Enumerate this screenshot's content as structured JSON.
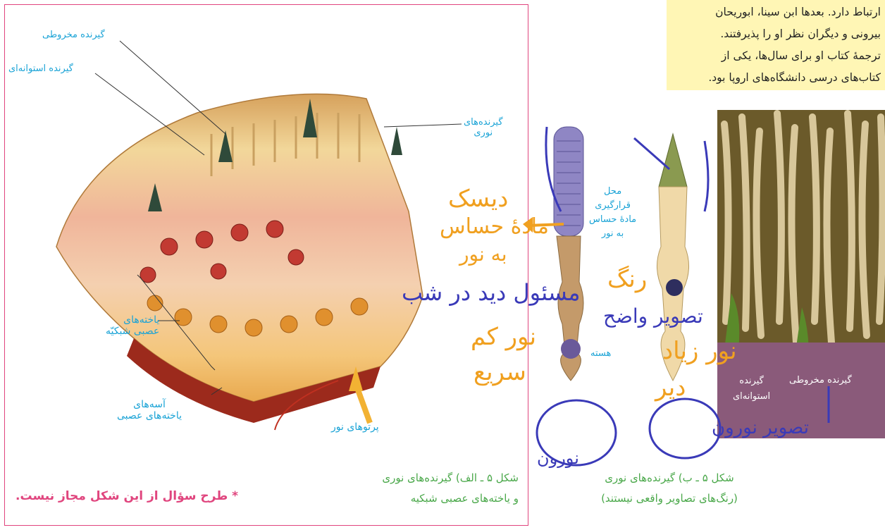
{
  "top_text": [
    "ارتباط دارد. بعدها ابن سینا، ابوریحان",
    "بیرونی و دیگران نظر او را پذیرفتند.",
    "ترجمهٔ کتاب او برای سال‌ها، یکی از",
    "کتاب‌های درسی دانشگاه‌های اروپا بود."
  ],
  "fig_a": {
    "label_cone": "گیرنده مخروطی",
    "label_rod": "گیرنده استوانه‌ای",
    "label_photoreceptors_1": "گیرنده‌های",
    "label_photoreceptors_2": "نوری",
    "label_neurons_1": "یاخته‌های",
    "label_neurons_2": "عصبی شبکیّه",
    "label_axons_1": "آسه‌های",
    "label_axons_2": "یاخته‌های عصبی",
    "label_light": "پرتوهای نور",
    "caption_1": "شکل ۵ ـ الف) گیرنده‌های نوری",
    "caption_2": "و یاخته‌های عصبی شبکیه"
  },
  "fig_b": {
    "label_site_1": "محل",
    "label_site_2": "قرارگیری",
    "label_site_3": "مادهٔ حساس",
    "label_site_4": "به نور",
    "label_nucleus": "هسته",
    "caption_1": "شکل ۵ ـ ب) گیرنده‌های نوری",
    "caption_2": "(رنگ‌های تصاویر واقعی نیستند)"
  },
  "photo": {
    "label_cone": "گیرنده مخروطی",
    "label_rod_1": "گیرنده",
    "label_rod_2": "استوانه‌ای"
  },
  "note": "* طرح سؤال از این شکل مجاز نیست.",
  "handwriting": {
    "orange_1": "دیسک",
    "orange_2": "مادهٔ حساس",
    "orange_3": "به نور",
    "blue_1": "مسئول دید در شب",
    "orange_4": "نور کم",
    "orange_5": "سریع",
    "orange_6": "رنگ",
    "orange_7": "نور زیاد",
    "orange_8": "دیر",
    "blue_2": "تصویر واضح",
    "blue_3": "نورون",
    "blue_4": "تصویر نورون"
  }
}
